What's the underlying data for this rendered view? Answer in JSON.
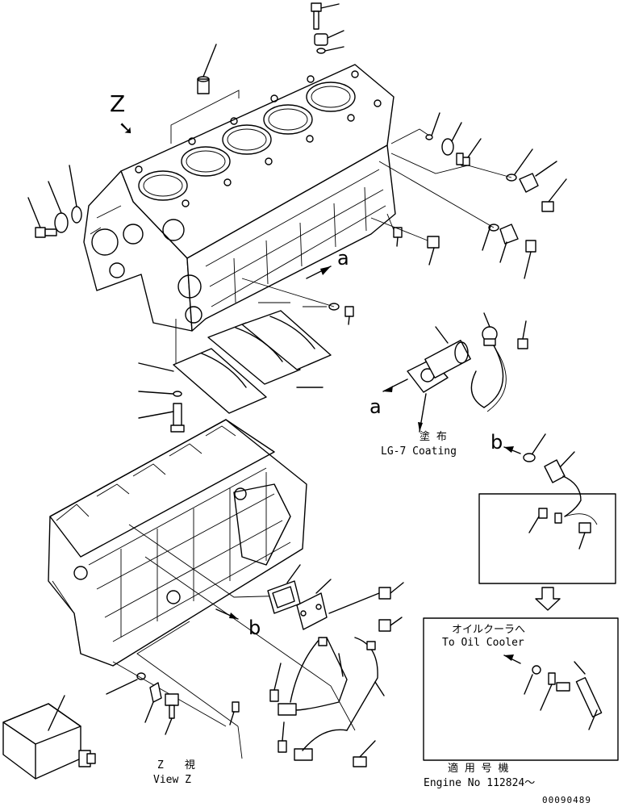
{
  "labels": {
    "view_arrow": "Z",
    "ref_a_left": "a",
    "ref_a_mid": "a",
    "ref_b_mid": "b",
    "ref_b_right": "b",
    "coating_jp": "塗 布",
    "coating_en": "LG-7 Coating",
    "oil_cooler_jp": "オイルクーラへ",
    "oil_cooler_en": "To Oil Cooler",
    "view_jp": "Z　　視",
    "view_en": "View Z",
    "applicable_jp": "適 用 号 機",
    "engine_no": "Engine No 112824～",
    "drawing_id": "00090489"
  },
  "colors": {
    "ink": "#000000",
    "paper": "#ffffff"
  },
  "icons": {
    "arrow_down": "arrow-down-icon",
    "view_arrow": "view-direction-icon"
  }
}
